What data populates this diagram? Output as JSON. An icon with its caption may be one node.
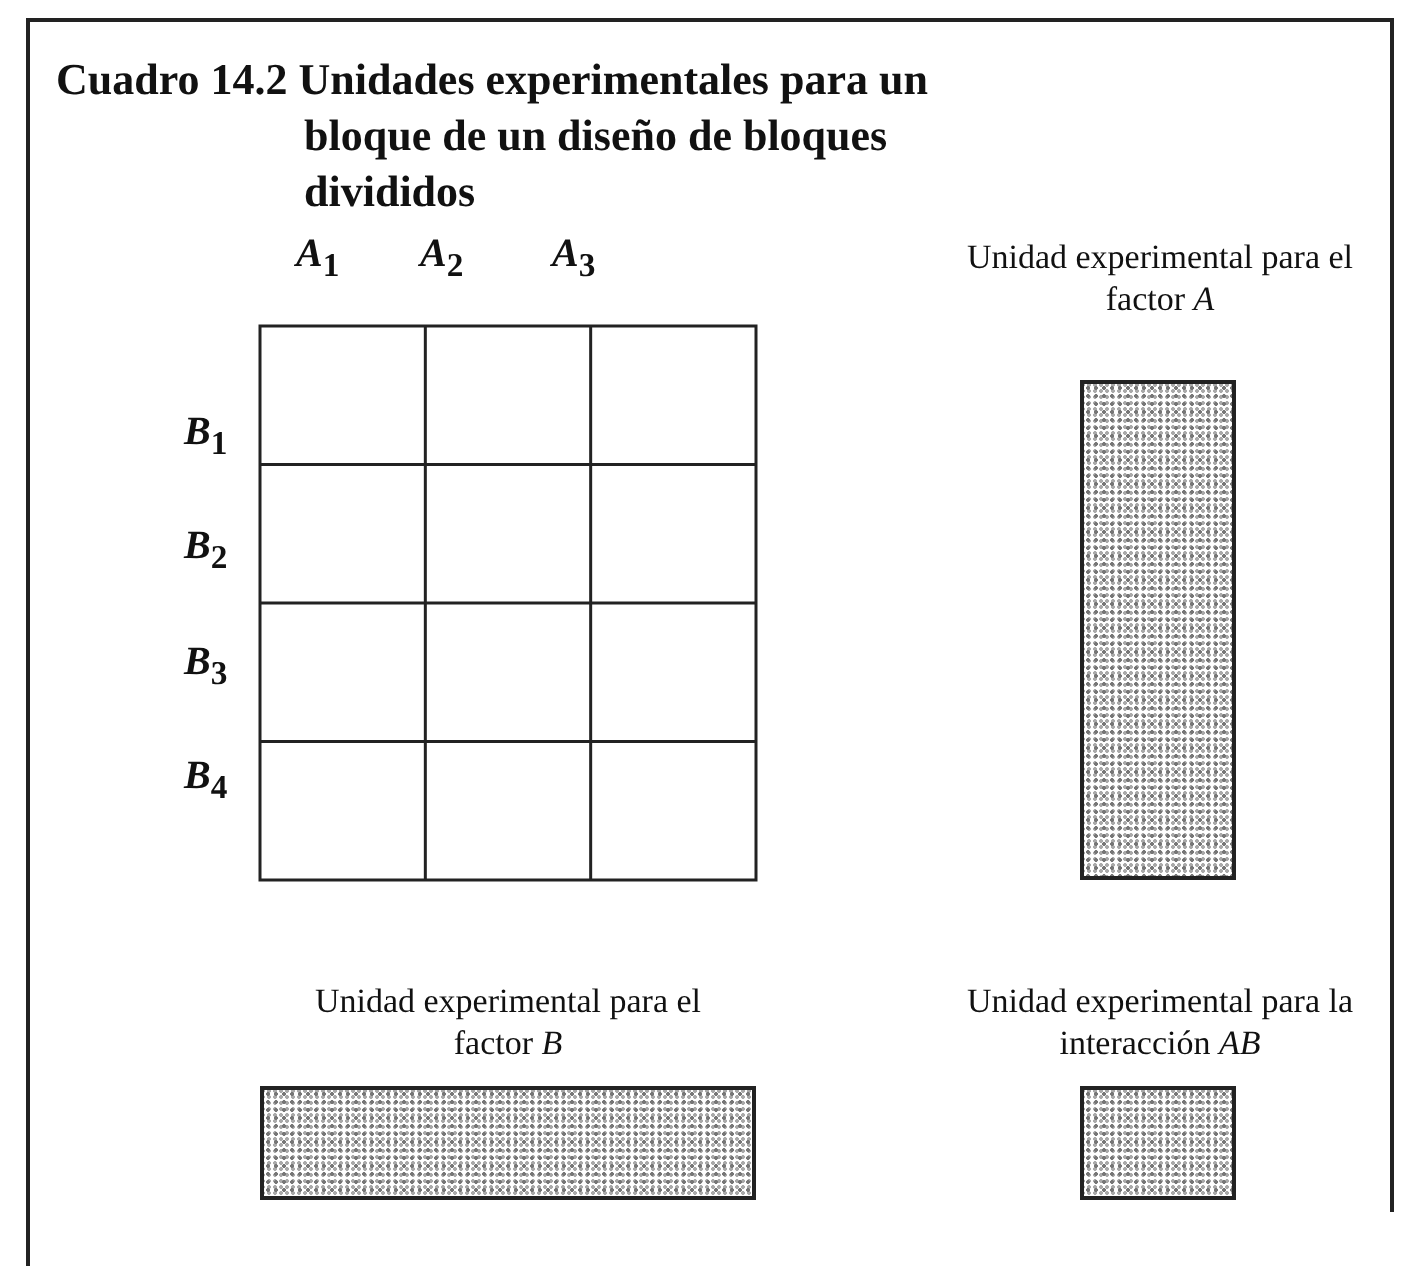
{
  "diagram": {
    "title": "Cuadro 14.2 Unidades experimentales para un bloque de un diseño de bloques divididos",
    "nodes": [
      {
        "text": [],
        "shape": "box",
        "beside": [
          "Unidad experimental para el factor *A*"
        ]
      },
      {
        "text": [],
        "shape": "box",
        "beside": [
          "Unidad experimental para el factor *B*"
        ]
      },
      {
        "text": [],
        "shape": "box",
        "beside": [
          "Unidad experimental para la interacción *AB*"
        ]
      }
    ],
    "labels": [
      "A$_{1}$",
      "A$_{2}$",
      "A$_{3}$",
      "B$_{1}$",
      "B$_{2}$",
      "B$_{3}$",
      "B$_{4}$"
    ]
  }
}
